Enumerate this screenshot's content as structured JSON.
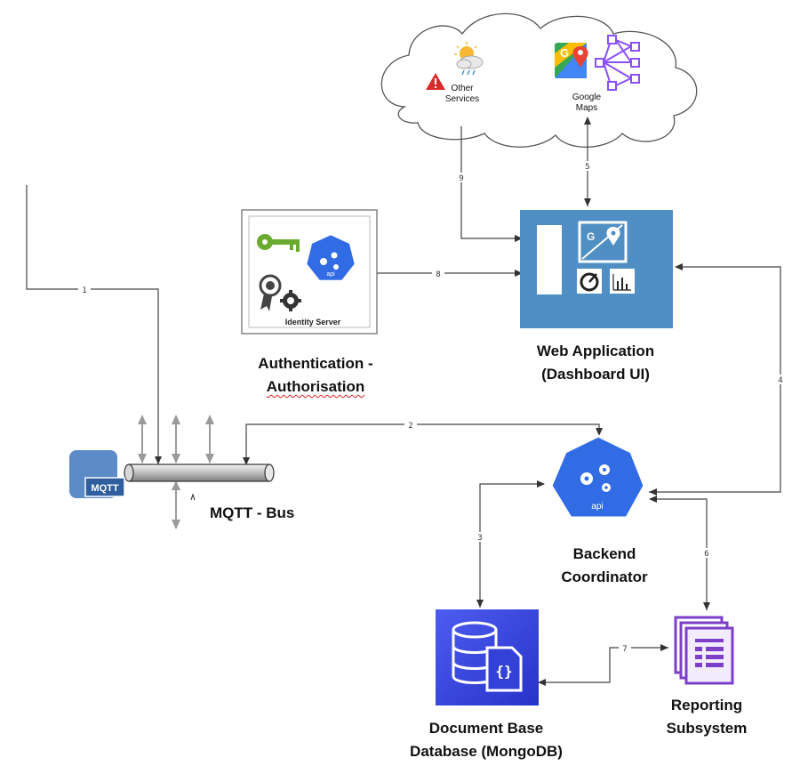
{
  "diagram": {
    "cloud": {
      "other_services_label": "Other\nServices",
      "google_maps_label": "Google\nMaps"
    },
    "identity_server_label": "Identity Server",
    "auth": {
      "title_line1": "Authentication -",
      "title_line2": "Authorisation"
    },
    "web_app": {
      "title_line1": "Web Application",
      "title_line2": "(Dashboard UI)"
    },
    "mqtt": {
      "icon_text": "MQTT",
      "label": "MQTT - Bus"
    },
    "backend": {
      "api_text": "api",
      "title_line1": "Backend",
      "title_line2": "Coordinator"
    },
    "auth_api_text": "api",
    "database": {
      "title_line1": "Document Base",
      "title_line2": "Database (MongoDB)"
    },
    "reporting": {
      "title_line1": "Reporting",
      "title_line2": "Subsystem"
    },
    "edges": [
      "1",
      "2",
      "3",
      "4",
      "5",
      "6",
      "7",
      "8",
      "9"
    ]
  }
}
